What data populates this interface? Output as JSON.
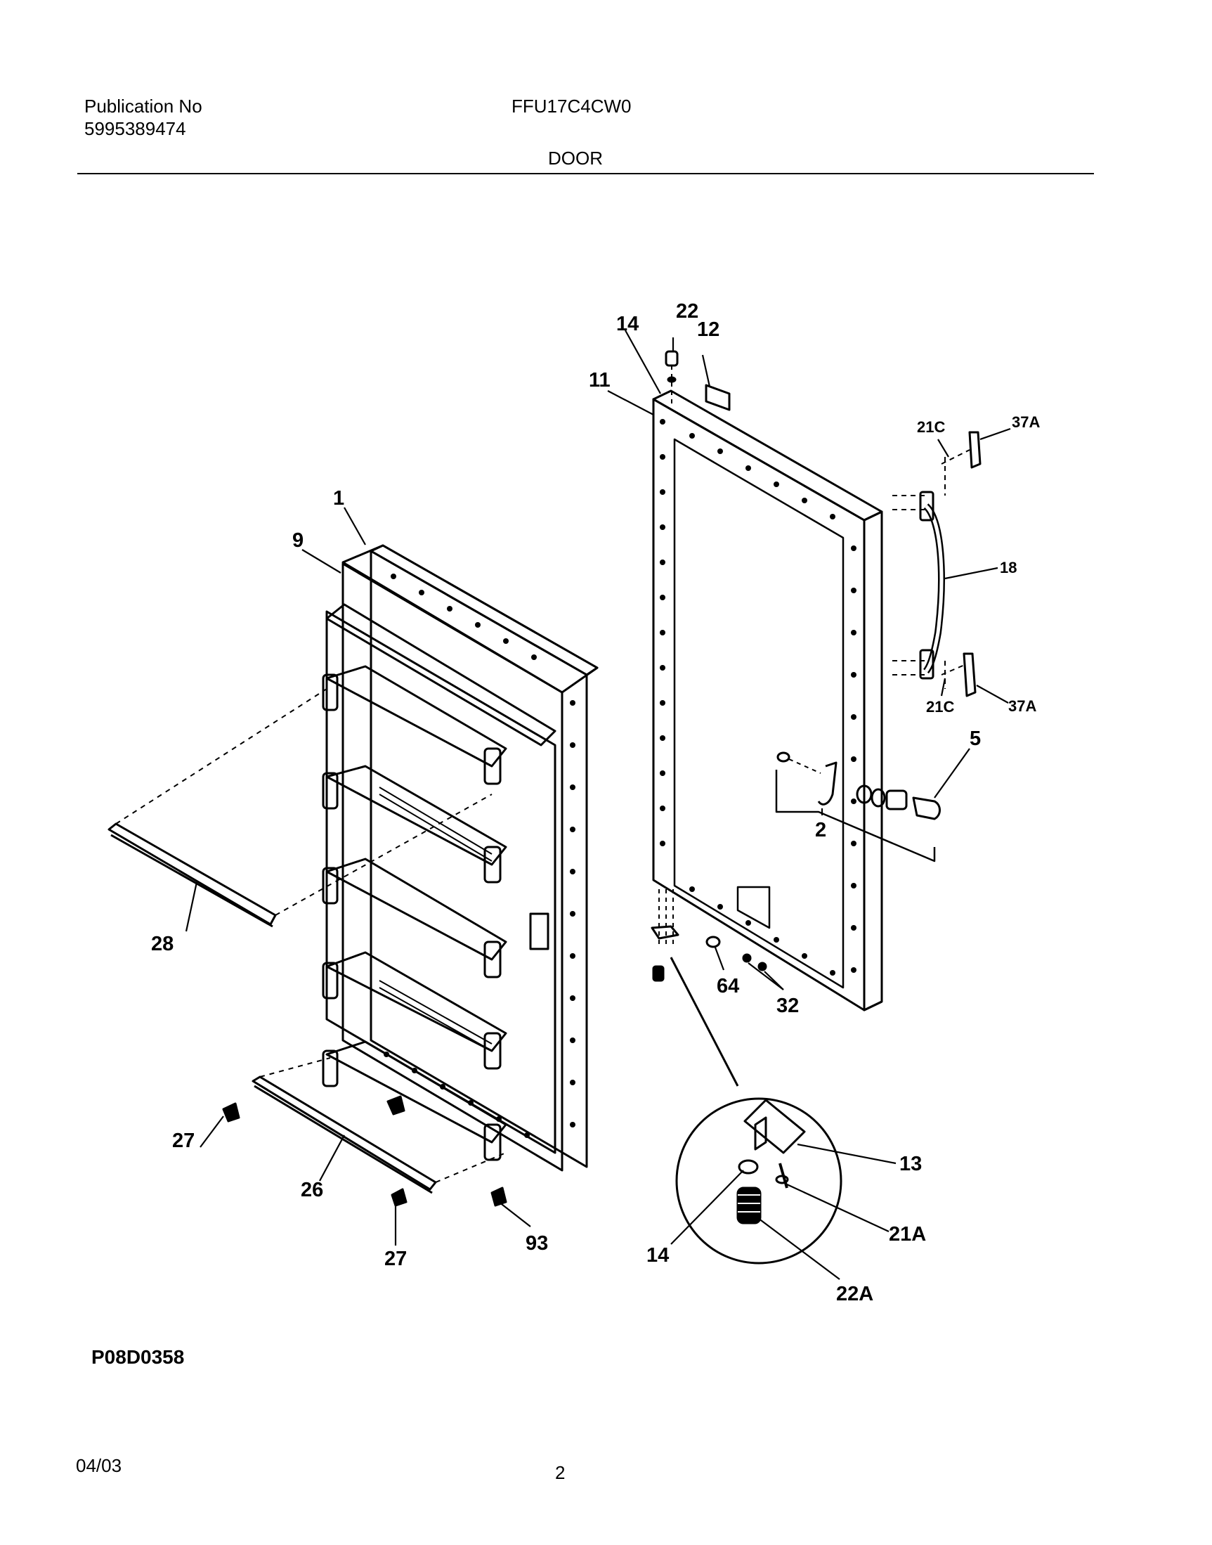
{
  "header": {
    "publication_label": "Publication No",
    "publication_number": "5995389474",
    "model": "FFU17C4CW0",
    "section": "DOOR"
  },
  "callouts": {
    "c22_top": "22",
    "c14_top": "14",
    "c12": "12",
    "c11": "11",
    "c1": "1",
    "c9": "9",
    "c21c_top": "21C",
    "c37a_top": "37A",
    "c18": "18",
    "c21c_bottom": "21C",
    "c37a_bottom": "37A",
    "c5": "5",
    "c2": "2",
    "c28": "28",
    "c64": "64",
    "c32": "32",
    "c13": "13",
    "c21a": "21A",
    "c14_bottom": "14",
    "c22a": "22A",
    "c27_left": "27",
    "c26": "26",
    "c27_bottom": "27",
    "c93": "93"
  },
  "figure_code": "P08D0358",
  "footer": {
    "date": "04/03",
    "page": "2"
  }
}
